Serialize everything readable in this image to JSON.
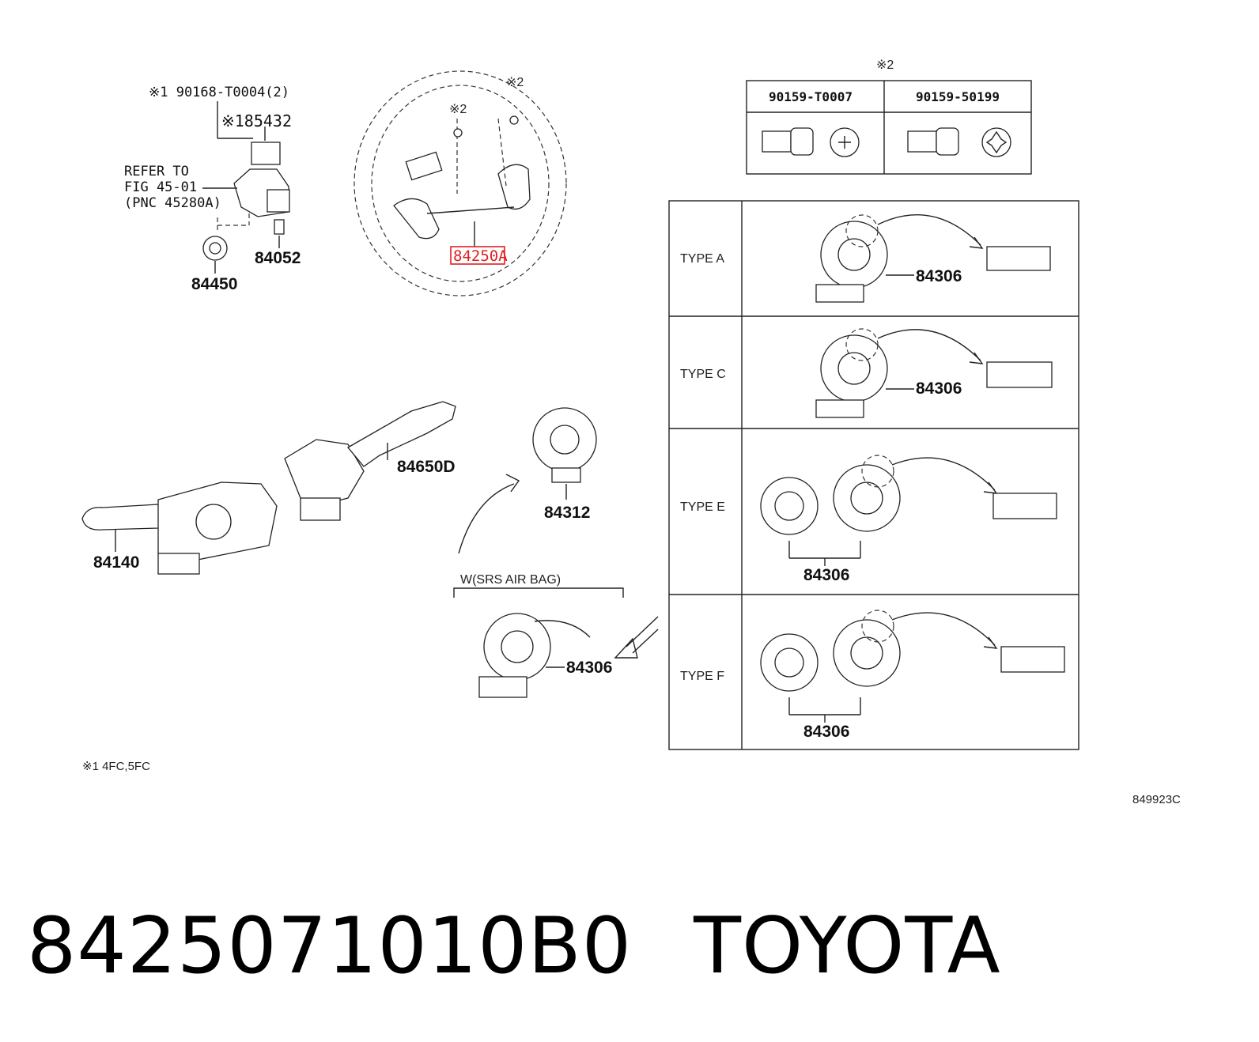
{
  "parts": {
    "p90168": "※1 90168-T0004(2)",
    "p85432": "※185432",
    "refer_line1": "REFER TO",
    "refer_line2": "FIG 45-01",
    "refer_line3": "(PNC 45280A)",
    "p84052": "84052",
    "p84450": "84450",
    "p84250a": "84250A",
    "note2a": "※2",
    "note2b": "※2",
    "p84650d": "84650D",
    "p84312": "84312",
    "p84140": "84140",
    "p84306_main": "84306",
    "srs_label": "W(SRS AIR BAG)"
  },
  "bolt_table": {
    "note": "※2",
    "col1": "90159-T0007",
    "col2": "90159-50199"
  },
  "types": [
    {
      "label": "TYPE A",
      "part": "84306"
    },
    {
      "label": "TYPE C",
      "part": "84306"
    },
    {
      "label": "TYPE E",
      "part": "84306"
    },
    {
      "label": "TYPE F",
      "part": "84306"
    }
  ],
  "footnote": "※1   4FC,5FC",
  "figure_code": "849923C",
  "footer": {
    "part_number": "8425071010B0",
    "brand": "TOYOTA"
  },
  "highlight_color": "#e02020"
}
